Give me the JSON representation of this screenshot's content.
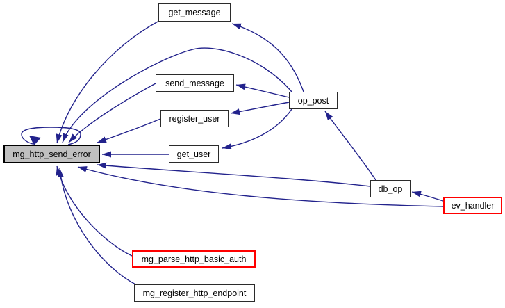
{
  "diagram": {
    "type": "call_graph",
    "focus_node": "mg_http_send_error",
    "colors": {
      "edge": "#22228c",
      "node_fill": "#ffffff",
      "node_border": "#2b2b2b",
      "focus_fill": "#c0c0c0",
      "focus_border": "#000000",
      "highlight_border": "#ff0000",
      "background": "#ffffff",
      "text": "#000000"
    },
    "nodes": [
      {
        "id": "get_message",
        "label": "get_message",
        "style": "normal"
      },
      {
        "id": "send_message",
        "label": "send_message",
        "style": "normal"
      },
      {
        "id": "register_user",
        "label": "register_user",
        "style": "normal"
      },
      {
        "id": "get_user",
        "label": "get_user",
        "style": "normal"
      },
      {
        "id": "mg_http_send_error",
        "label": "mg_http_send_error",
        "style": "focus"
      },
      {
        "id": "op_post",
        "label": "op_post",
        "style": "normal"
      },
      {
        "id": "db_op",
        "label": "db_op",
        "style": "normal"
      },
      {
        "id": "ev_handler",
        "label": "ev_handler",
        "style": "highlight"
      },
      {
        "id": "mg_parse_http_basic_auth",
        "label": "mg_parse_http_basic_auth",
        "style": "highlight"
      },
      {
        "id": "mg_register_http_endpoint",
        "label": "mg_register_http_endpoint",
        "style": "normal"
      }
    ],
    "edges": [
      {
        "from": "mg_http_send_error",
        "to": "mg_http_send_error"
      },
      {
        "from": "get_message",
        "to": "mg_http_send_error"
      },
      {
        "from": "send_message",
        "to": "mg_http_send_error"
      },
      {
        "from": "register_user",
        "to": "mg_http_send_error"
      },
      {
        "from": "get_user",
        "to": "mg_http_send_error"
      },
      {
        "from": "op_post",
        "to": "mg_http_send_error"
      },
      {
        "from": "db_op",
        "to": "mg_http_send_error"
      },
      {
        "from": "ev_handler",
        "to": "mg_http_send_error"
      },
      {
        "from": "mg_parse_http_basic_auth",
        "to": "mg_http_send_error"
      },
      {
        "from": "mg_register_http_endpoint",
        "to": "mg_http_send_error"
      },
      {
        "from": "op_post",
        "to": "get_message"
      },
      {
        "from": "op_post",
        "to": "send_message"
      },
      {
        "from": "op_post",
        "to": "register_user"
      },
      {
        "from": "op_post",
        "to": "get_user"
      },
      {
        "from": "db_op",
        "to": "op_post"
      },
      {
        "from": "ev_handler",
        "to": "db_op"
      }
    ]
  }
}
